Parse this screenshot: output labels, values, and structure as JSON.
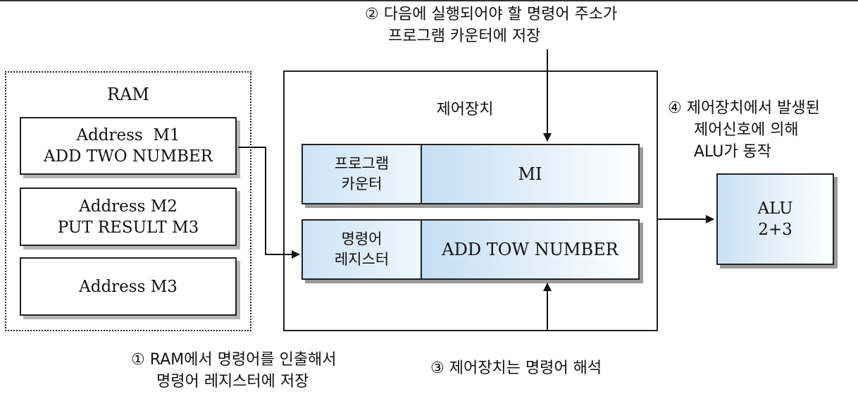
{
  "diagram": {
    "ram": {
      "title": "RAM",
      "cells": [
        {
          "line1": "Address  M1",
          "line2": "ADD TWO NUMBER"
        },
        {
          "line1": "Address M2",
          "line2": "PUT RESULT M3"
        },
        {
          "line1": "Address M3"
        }
      ]
    },
    "control_unit": {
      "title": "제어장치",
      "program_counter": {
        "label_line1": "프로그램",
        "label_line2": "카운터",
        "value": "MI"
      },
      "instruction_register": {
        "label_line1": "명령어",
        "label_line2": "레지스터",
        "value": "ADD TOW NUMBER"
      }
    },
    "alu": {
      "line1": "ALU",
      "line2": "2+3"
    },
    "notes": {
      "step1": {
        "line1": "① RAM에서 명령어를 인출해서",
        "line2": "명령어 레지스터에 저장"
      },
      "step2": {
        "line1": "② 다음에 실행되어야 할 명령어 주소가",
        "line2": "프로그램 카운터에 저장"
      },
      "step3": {
        "line1": "③ 제어장치는 명령어 해석"
      },
      "step4": {
        "line1": "④ 제어장치에서 발생된",
        "line2": "제어신호에 의해",
        "line3": "ALU가 동작"
      }
    }
  }
}
